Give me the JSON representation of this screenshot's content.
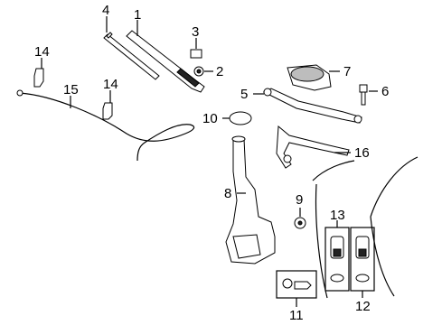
{
  "diagram": {
    "callouts": [
      {
        "id": "c1",
        "label": "1"
      },
      {
        "id": "c2",
        "label": "2"
      },
      {
        "id": "c3",
        "label": "3"
      },
      {
        "id": "c4",
        "label": "4"
      },
      {
        "id": "c5",
        "label": "5"
      },
      {
        "id": "c6",
        "label": "6"
      },
      {
        "id": "c7",
        "label": "7"
      },
      {
        "id": "c8",
        "label": "8"
      },
      {
        "id": "c9",
        "label": "9"
      },
      {
        "id": "c10",
        "label": "10"
      },
      {
        "id": "c11",
        "label": "11"
      },
      {
        "id": "c12",
        "label": "12"
      },
      {
        "id": "c13",
        "label": "13"
      },
      {
        "id": "c14a",
        "label": "14"
      },
      {
        "id": "c14b",
        "label": "14"
      },
      {
        "id": "c15",
        "label": "15"
      },
      {
        "id": "c16",
        "label": "16"
      }
    ]
  }
}
